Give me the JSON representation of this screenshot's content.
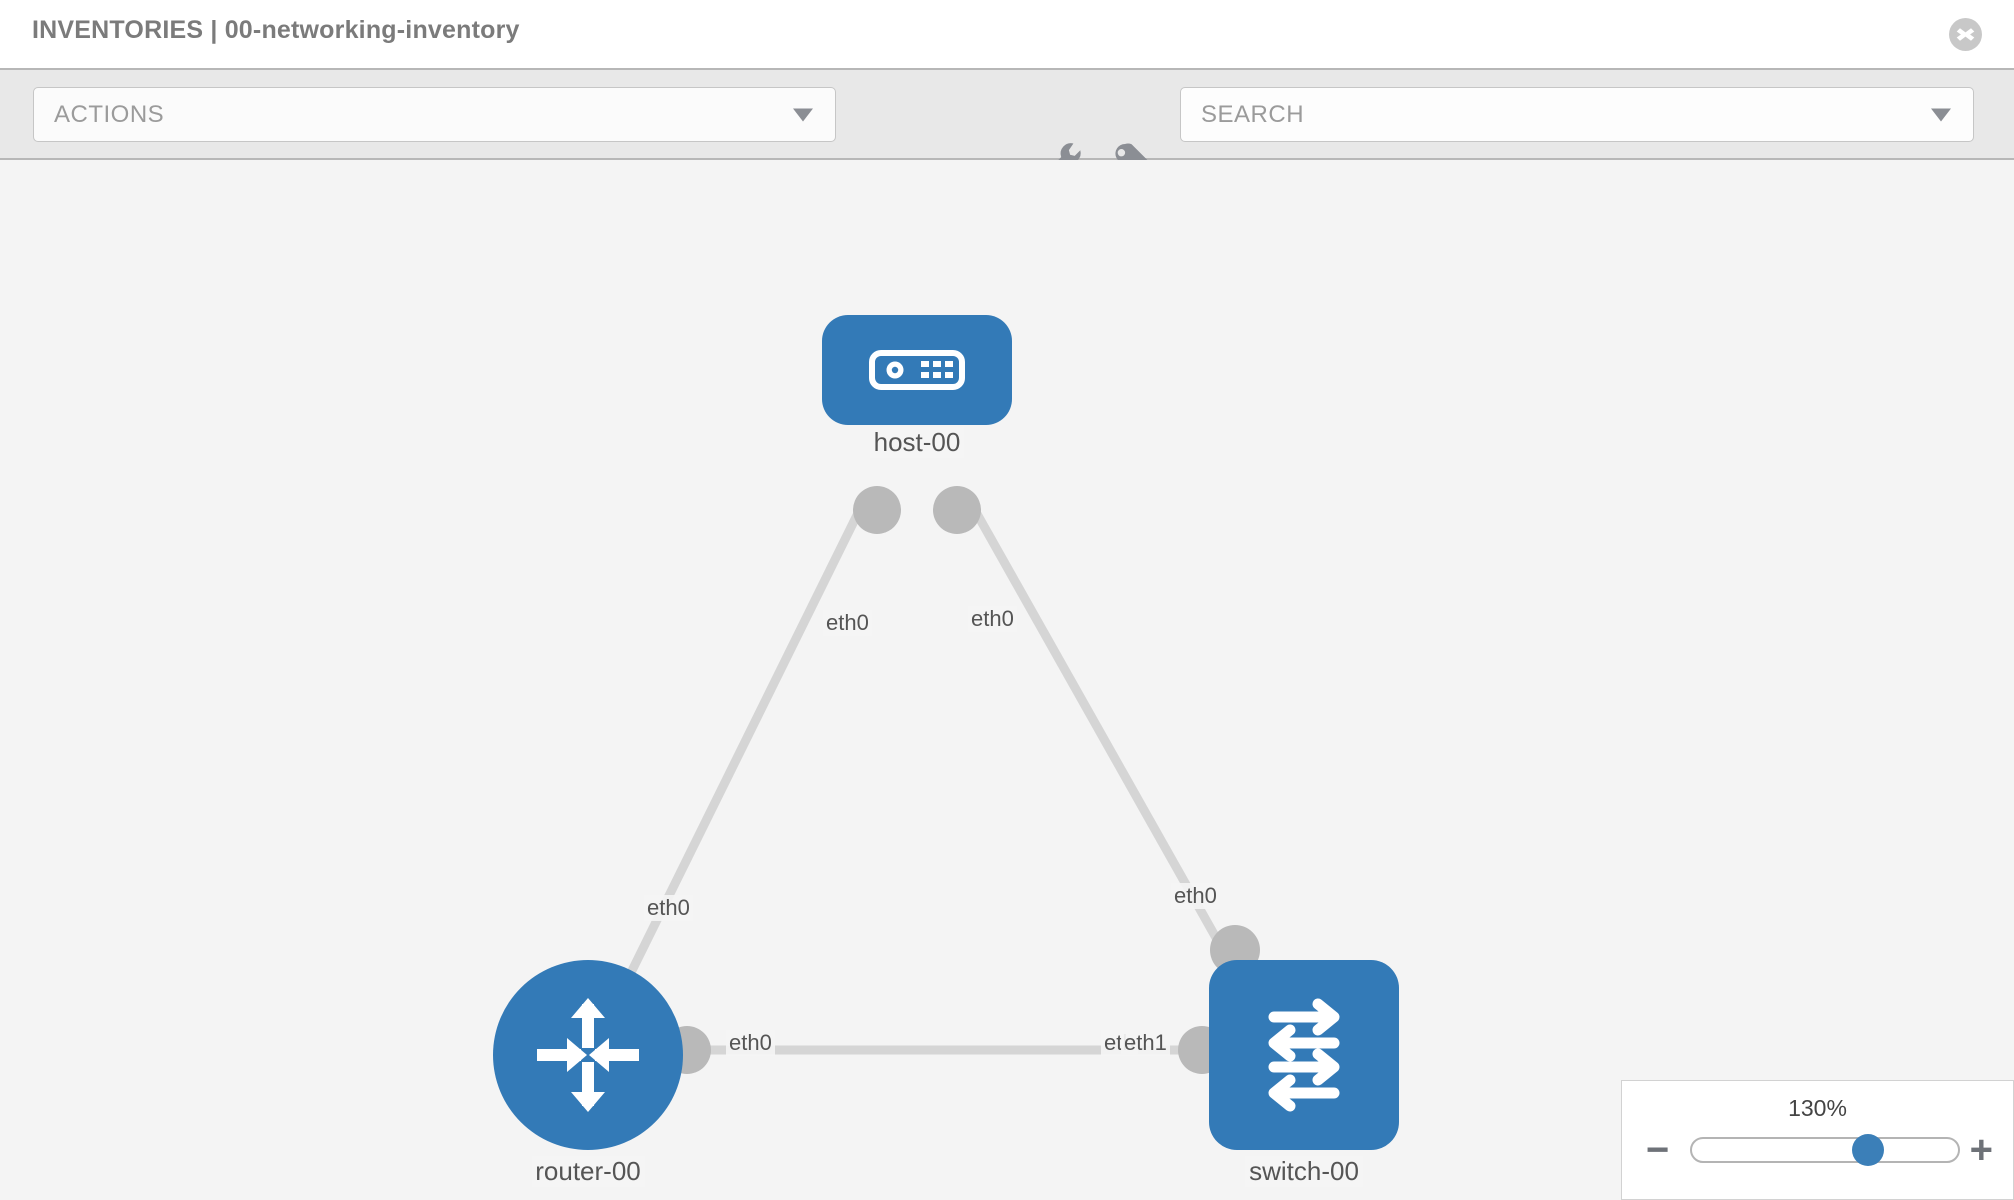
{
  "header": {
    "title": "INVENTORIES | 00-networking-inventory",
    "close_label": "close-icon"
  },
  "toolbar": {
    "actions": {
      "label": "ACTIONS",
      "caret": "chevron-down-icon"
    },
    "search": {
      "placeholder": "SEARCH",
      "value": "SEARCH",
      "caret": "chevron-down-icon"
    },
    "tools": [
      {
        "name": "wrench-icon",
        "title": "Toolbox"
      },
      {
        "name": "key-icon",
        "title": "Credentials"
      }
    ]
  },
  "topology": {
    "nodes": [
      {
        "id": "host-00",
        "label": "host-00",
        "type": "host",
        "icon": "server-icon",
        "color": "#337ab7"
      },
      {
        "id": "router-00",
        "label": "router-00",
        "type": "router",
        "icon": "router-arrows-icon",
        "color": "#337ab7"
      },
      {
        "id": "switch-00",
        "label": "switch-00",
        "type": "switch",
        "icon": "switch-arrows-icon",
        "color": "#337ab7"
      }
    ],
    "links": [
      {
        "from": "host-00",
        "to": "router-00",
        "from_interface": "eth0",
        "to_interface": "eth0"
      },
      {
        "from": "host-00",
        "to": "switch-00",
        "from_interface": "eth0",
        "to_interface": "eth0"
      },
      {
        "from": "router-00",
        "to": "switch-00",
        "from_interface": "eth0",
        "to_interface": "eth1",
        "to_interface_overlap": "eth"
      }
    ],
    "interface_labels": {
      "host_left": "eth0",
      "host_right": "eth0",
      "router_up": "eth0",
      "switch_up": "eth0",
      "router_right": "eth0",
      "switch_left_overlap": "eth",
      "switch_left": "eth1"
    },
    "edge_color": "#d5d5d5",
    "connector_color": "#b9b9b9"
  },
  "zoom": {
    "percent": "130%",
    "minus_label": "−",
    "plus_label": "+",
    "thumb_position_pct": 66
  }
}
